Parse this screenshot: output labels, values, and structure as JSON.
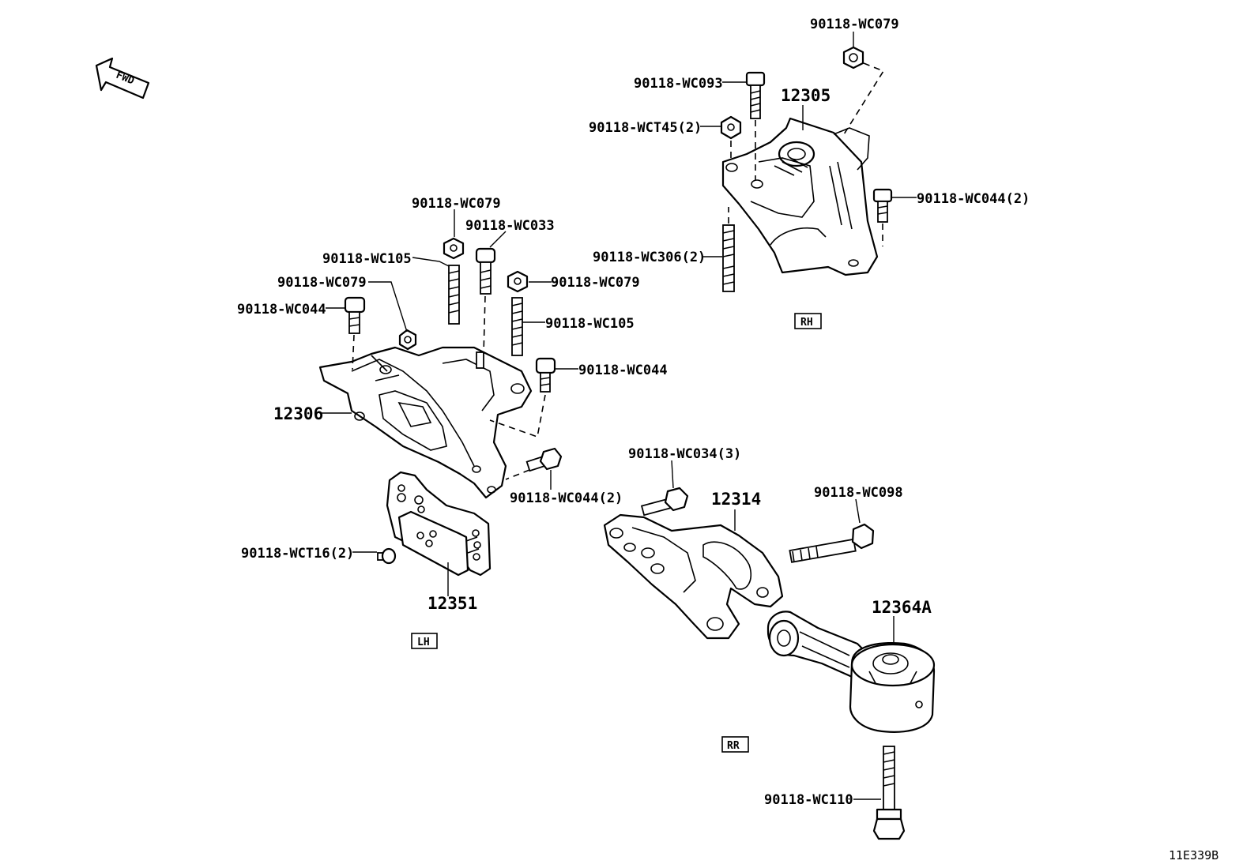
{
  "fwd": "FWD",
  "parts": {
    "p12305": "12305",
    "p12306": "12306",
    "p12314": "12314",
    "p12351": "12351",
    "p12364a": "12364A"
  },
  "fasteners": {
    "wc079_top": "90118-WC079",
    "wc093": "90118-WC093",
    "wct45": "90118-WCT45(2)",
    "wc044_2_rh": "90118-WC044(2)",
    "wc306": "90118-WC306(2)",
    "wc079_a": "90118-WC079",
    "wc033": "90118-WC033",
    "wc105_a": "90118-WC105",
    "wc079_b": "90118-WC079",
    "wc079_c": "90118-WC079",
    "wc044_a": "90118-WC044",
    "wc105_b": "90118-WC105",
    "wc044_b": "90118-WC044",
    "wc044_2_lh": "90118-WC044(2)",
    "wct16": "90118-WCT16(2)",
    "wc034": "90118-WC034(3)",
    "wc098": "90118-WC098",
    "wc110": "90118-WC110"
  },
  "tags": {
    "rh": "RH",
    "lh": "LH",
    "rr": "RR"
  },
  "diagram_code": "11E339B"
}
